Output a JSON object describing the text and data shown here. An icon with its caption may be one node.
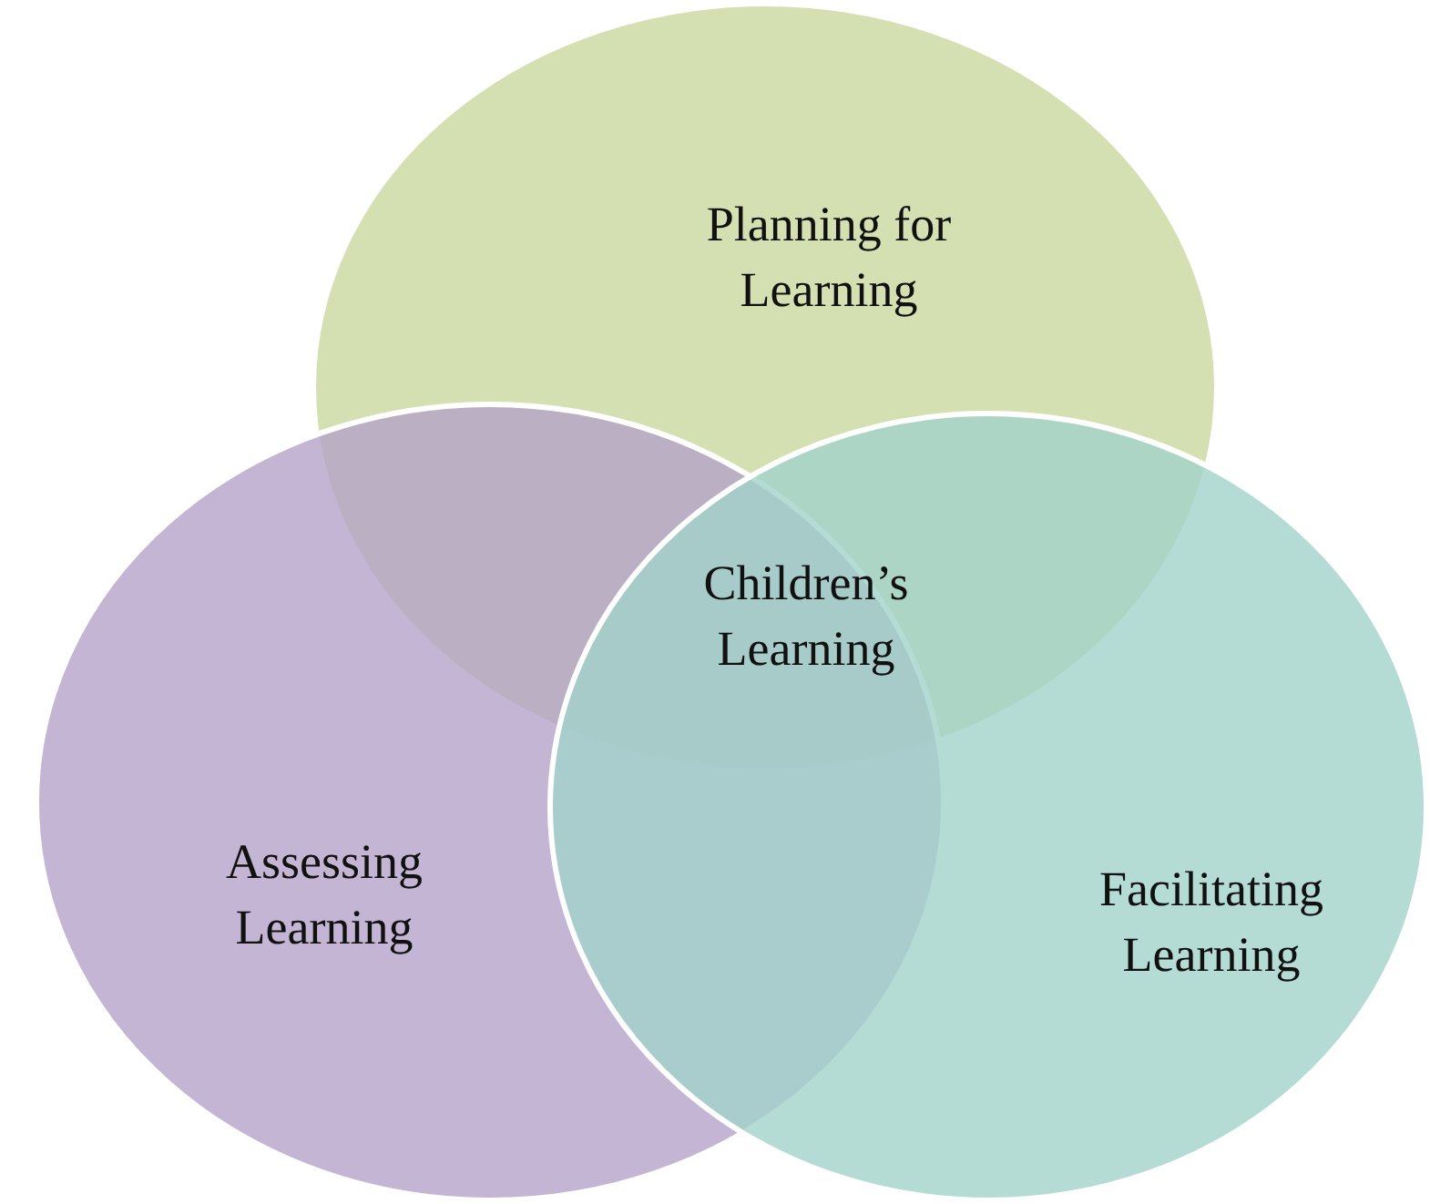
{
  "diagram": {
    "nodes": [
      {
        "text": [
          "Planning for Learning"
        ]
      },
      {
        "text": [
          "Assessing Learning"
        ]
      },
      {
        "text": [
          "Facilitating Learning"
        ]
      }
    ],
    "edges": [],
    "labels": [
      "Children’s Learning"
    ]
  }
}
